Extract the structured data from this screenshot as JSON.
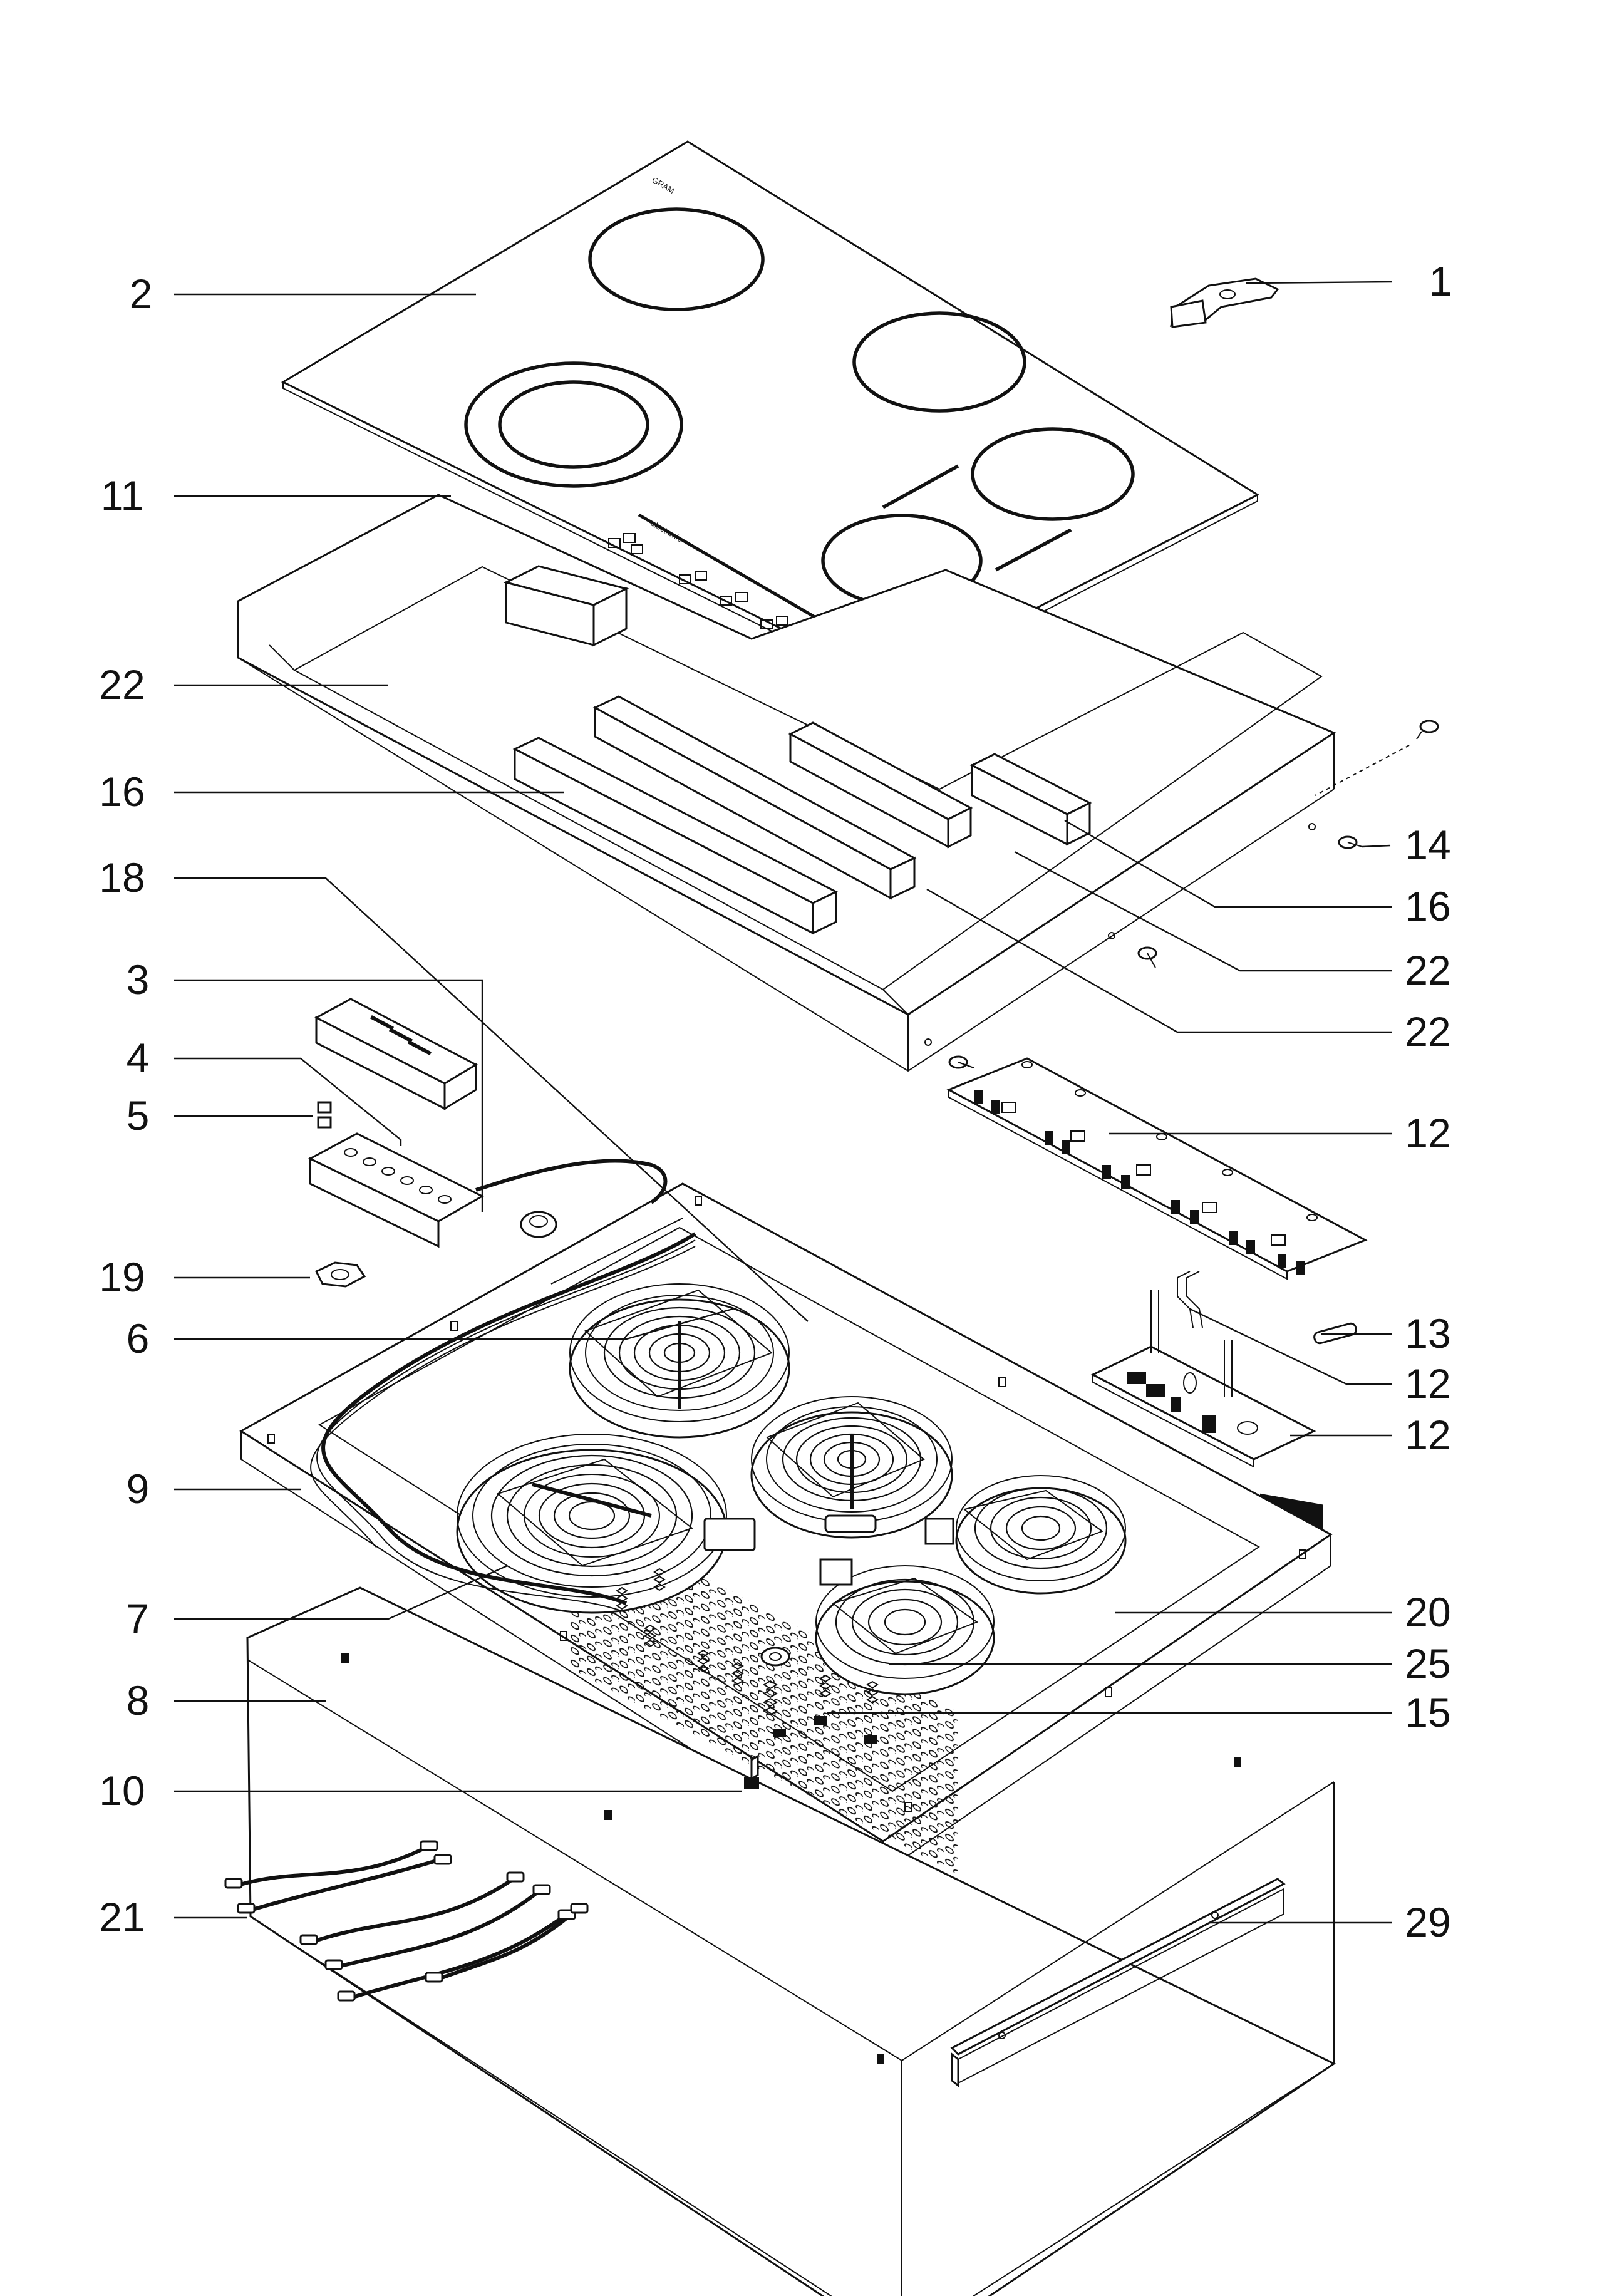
{
  "diagram": {
    "type": "exploded-parts-view",
    "subject": "ceramic glass cooktop",
    "callouts": {
      "p1": "1",
      "p2": "2",
      "p3": "3",
      "p4": "4",
      "p5": "5",
      "p6": "6",
      "p7": "7",
      "p8": "8",
      "p9": "9",
      "p10": "10",
      "p11": "11",
      "p12a": "12",
      "p12b": "12",
      "p12c": "12",
      "p13": "13",
      "p14": "14",
      "p15": "15",
      "p16a": "16",
      "p16b": "16",
      "p18": "18",
      "p19": "19",
      "p20": "20",
      "p21": "21",
      "p22a": "22",
      "p22b": "22",
      "p22c": "22",
      "p25": "25",
      "p29": "29"
    },
    "glass_marks": {
      "brand": "GRAM",
      "control_label": "electronic"
    }
  },
  "colors": {
    "line": "#111111",
    "background": "#ffffff"
  }
}
